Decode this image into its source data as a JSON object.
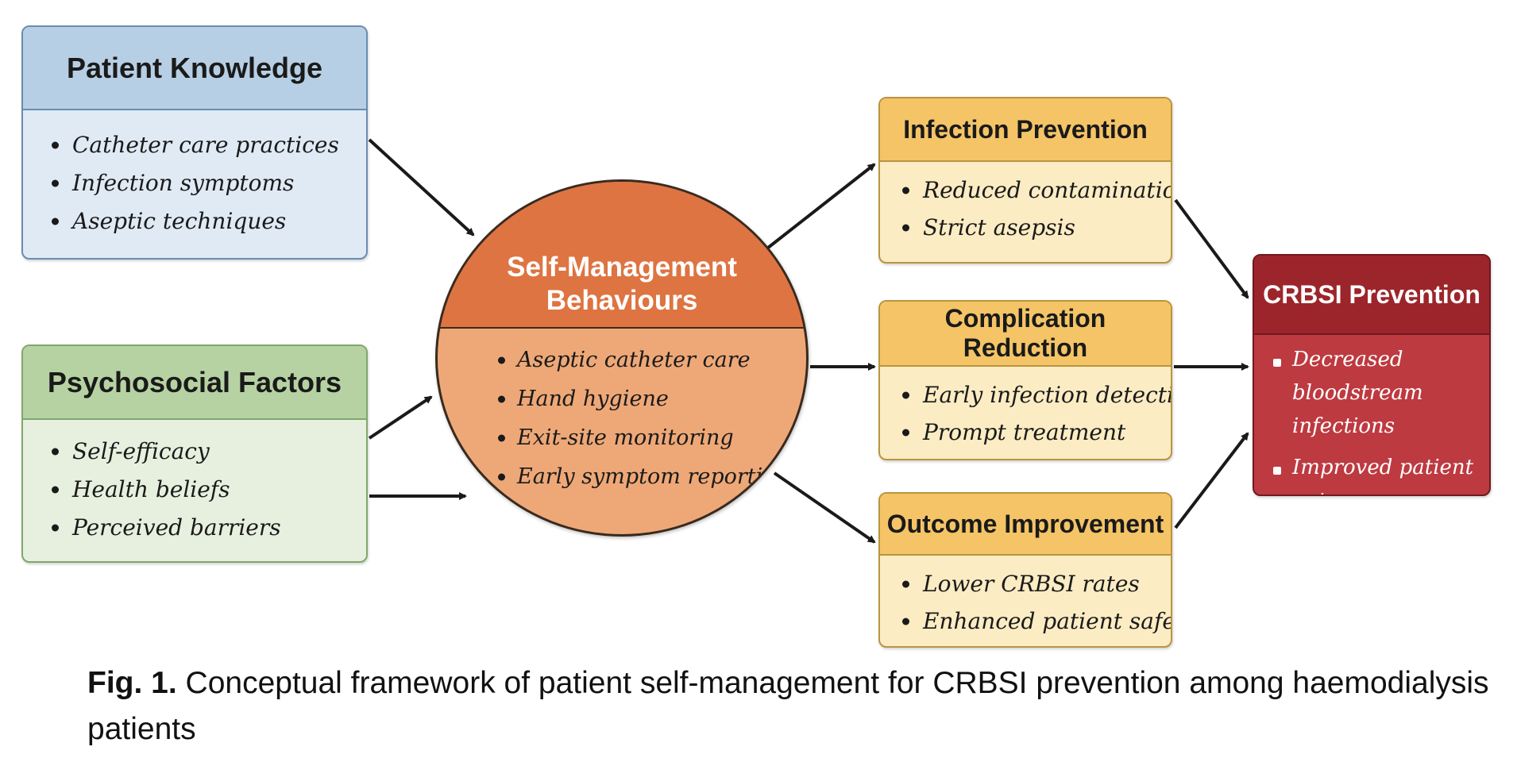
{
  "boxes": {
    "patient_knowledge": {
      "title": "Patient Knowledge",
      "items": [
        "Catheter care practices",
        "Infection symptoms",
        "Aseptic techniques"
      ]
    },
    "psychosocial_factors": {
      "title": "Psychosocial Factors",
      "items": [
        "Self-efficacy",
        "Health beliefs",
        "Perceived barriers"
      ]
    },
    "self_management": {
      "title": "Self-Management Behaviours",
      "items": [
        "Aseptic catheter care",
        "Hand hygiene",
        "Exit-site monitoring",
        "Early symptom reporting"
      ]
    },
    "infection_prevention": {
      "title": "Infection Prevention",
      "items": [
        "Reduced contamination",
        "Strict asepsis"
      ]
    },
    "complication_reduction": {
      "title": "Complication Reduction",
      "items": [
        "Early infection detection",
        "Prompt treatment"
      ]
    },
    "outcome_improvement": {
      "title": "Outcome Improvement",
      "items": [
        "Lower CRBSI rates",
        "Enhanced patient safety"
      ]
    },
    "crbsi_prevention": {
      "title": "CRBSI Prevention",
      "items": [
        "Decreased bloodstream infections",
        "Improved patient outcomes"
      ]
    }
  },
  "caption": {
    "label": "Fig. 1.",
    "text": "Conceptual framework of patient self-management for CRBSI prevention among haemodialysis patients"
  },
  "colors": {
    "knowledge_header": "#b7cfe4",
    "psychosocial_header": "#b6d2a2",
    "self_management_header": "#de7442",
    "outcome_header": "#f4c466",
    "crbsi_header": "#9c252b",
    "arrow": "#1a1a1a"
  }
}
